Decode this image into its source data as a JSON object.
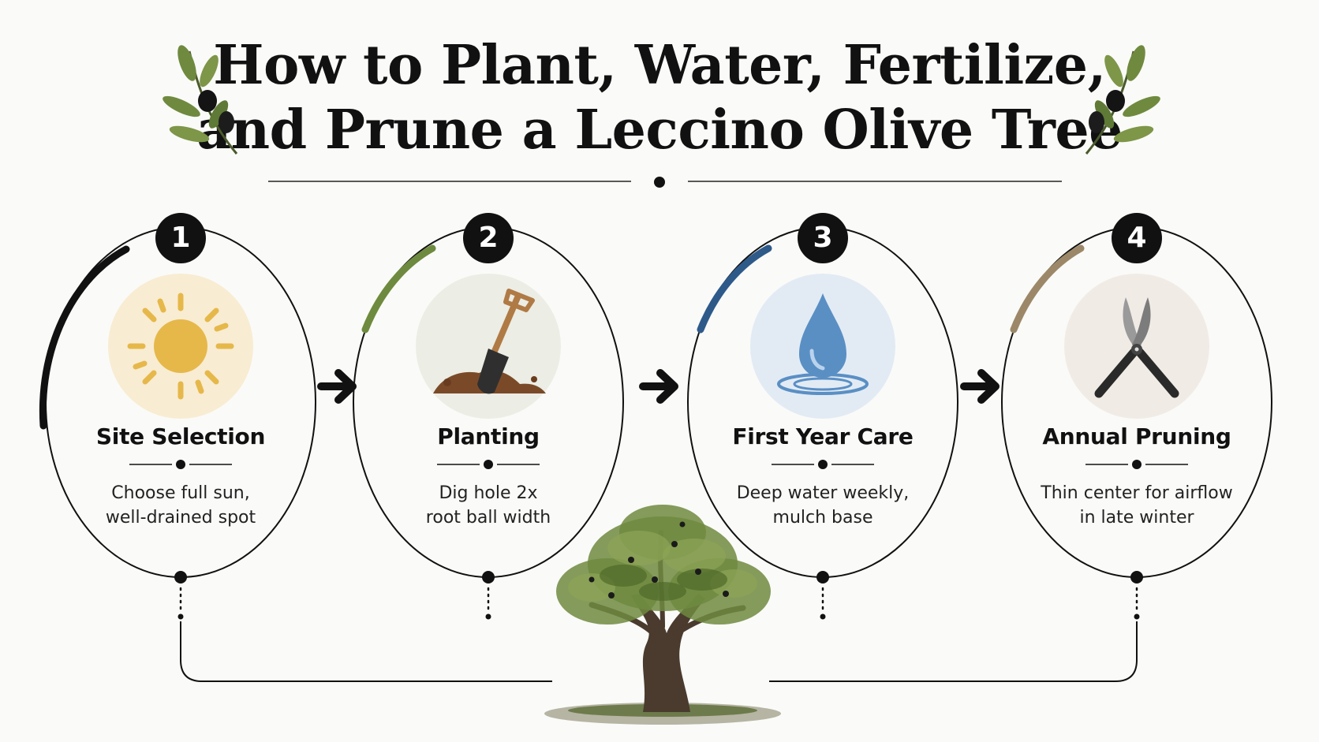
{
  "title": {
    "line1": "How to Plant, Water, Fertilize,",
    "line2": "and Prune a Leccino Olive Tree"
  },
  "steps": [
    {
      "number": "1",
      "title": "Site Selection",
      "desc_line1": "Choose full sun,",
      "desc_line2": "well-drained spot",
      "icon": "sun-icon",
      "accent": "#111111",
      "icon_bg": "#f8ecd2"
    },
    {
      "number": "2",
      "title": "Planting",
      "desc_line1": "Dig hole 2x",
      "desc_line2": "root ball width",
      "icon": "shovel-icon",
      "accent": "#6e8a3e",
      "icon_bg": "#ecede4"
    },
    {
      "number": "3",
      "title": "First Year Care",
      "desc_line1": "Deep water weekly,",
      "desc_line2": "mulch base",
      "icon": "water-drop-icon",
      "accent": "#2e5a8a",
      "icon_bg": "#e2ebf4"
    },
    {
      "number": "4",
      "title": "Annual Pruning",
      "desc_line1": "Thin center for airflow",
      "desc_line2": "in late winter",
      "icon": "pruning-shears-icon",
      "accent": "#9c8868",
      "icon_bg": "#f1ebe5"
    }
  ]
}
